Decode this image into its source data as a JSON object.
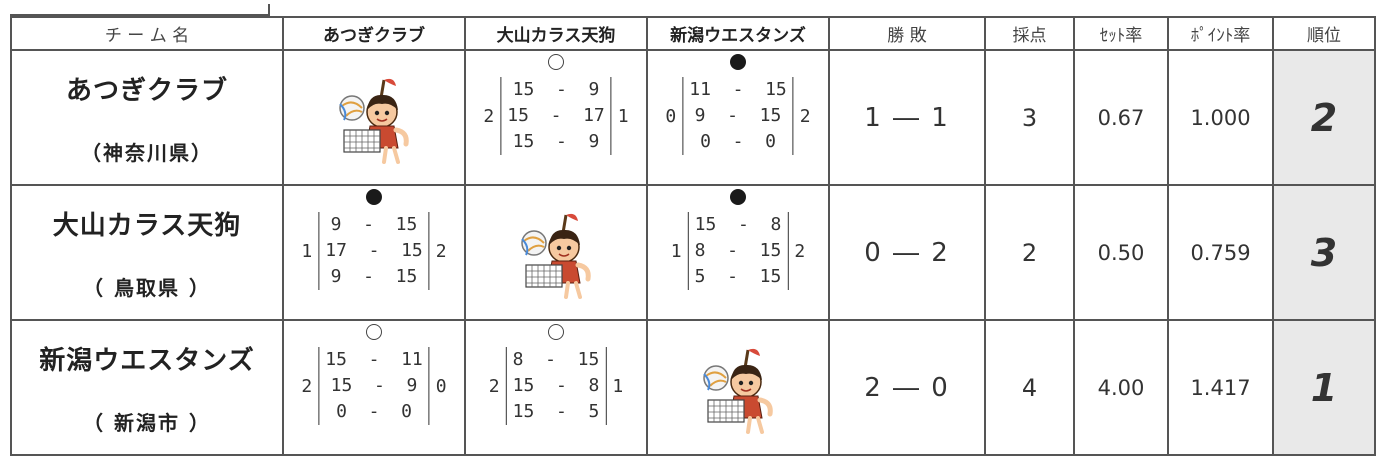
{
  "headers": {
    "team": "チ ー ム 名",
    "t1": "あつぎクラブ",
    "t2": "大山カラス天狗",
    "t3": "新潟ウエスタンズ",
    "wl": "勝 敗",
    "points": "採点",
    "set_ratio": "ｾｯﾄ率",
    "point_ratio": "ﾎﾟｲﾝﾄ率",
    "rank": "順位"
  },
  "teams": [
    {
      "name": "あつぎクラブ",
      "pref": "（神奈川県）",
      "matches": [
        null,
        {
          "result": "win",
          "sets_for": "2",
          "sets_against": "1",
          "lines": [
            "15  -  9",
            "15  -  17",
            "15  -  9"
          ]
        },
        {
          "result": "lose",
          "sets_for": "0",
          "sets_against": "2",
          "lines": [
            "11  -  15",
            "9  -  15",
            "0  -  0"
          ]
        }
      ],
      "wl": "1 ― 1",
      "points": "3",
      "set_ratio": "0.67",
      "point_ratio": "1.000",
      "rank": "2"
    },
    {
      "name": "大山カラス天狗",
      "pref": "（ 鳥取県 ）",
      "matches": [
        {
          "result": "lose",
          "sets_for": "1",
          "sets_against": "2",
          "lines": [
            "9  -  15",
            "17  -  15",
            "9  -  15"
          ]
        },
        null,
        {
          "result": "lose",
          "sets_for": "1",
          "sets_against": "2",
          "lines": [
            "15  -  8",
            "8  -  15",
            "5  -  15"
          ]
        }
      ],
      "wl": "0 ― 2",
      "points": "2",
      "set_ratio": "0.50",
      "point_ratio": "0.759",
      "rank": "3"
    },
    {
      "name": "新潟ウエスタンズ",
      "pref": "（ 新潟市 ）",
      "matches": [
        {
          "result": "win",
          "sets_for": "2",
          "sets_against": "0",
          "lines": [
            "15  -  11",
            "15  -  9",
            "0  -  0"
          ]
        },
        {
          "result": "win",
          "sets_for": "2",
          "sets_against": "1",
          "lines": [
            "8  -  15",
            "15  -  8",
            "15  -  5"
          ]
        },
        null
      ],
      "wl": "2 ― 0",
      "points": "4",
      "set_ratio": "4.00",
      "point_ratio": "1.417",
      "rank": "1"
    }
  ],
  "icons": {
    "mascot": "volleyball-mascot-icon",
    "win_mark": "white-circle-win-icon",
    "lose_mark": "black-circle-loss-icon"
  },
  "colors": {
    "rank_bg": "#e9e9e9",
    "border": "#555555",
    "text": "#333333"
  }
}
